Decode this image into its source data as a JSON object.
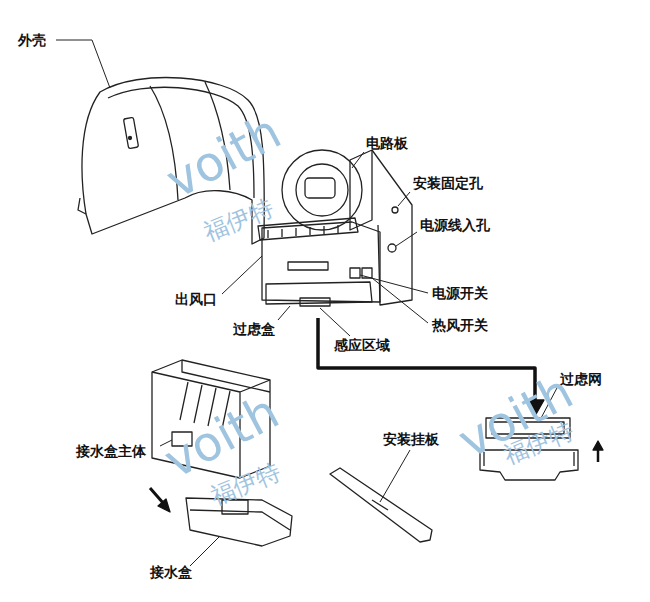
{
  "diagram": {
    "labels": [
      "外壳",
      "电路板",
      "voith",
      "安装固定孔",
      "福伊特",
      "电源线入孔",
      "出风口",
      "电源开关",
      "过虑盒",
      "热风开关",
      "感应区域",
      "过虑网",
      "voith",
      "福伊特",
      "安装挂板",
      "接水盒主体",
      "voith",
      "福伊特",
      "接水盒"
    ]
  }
}
